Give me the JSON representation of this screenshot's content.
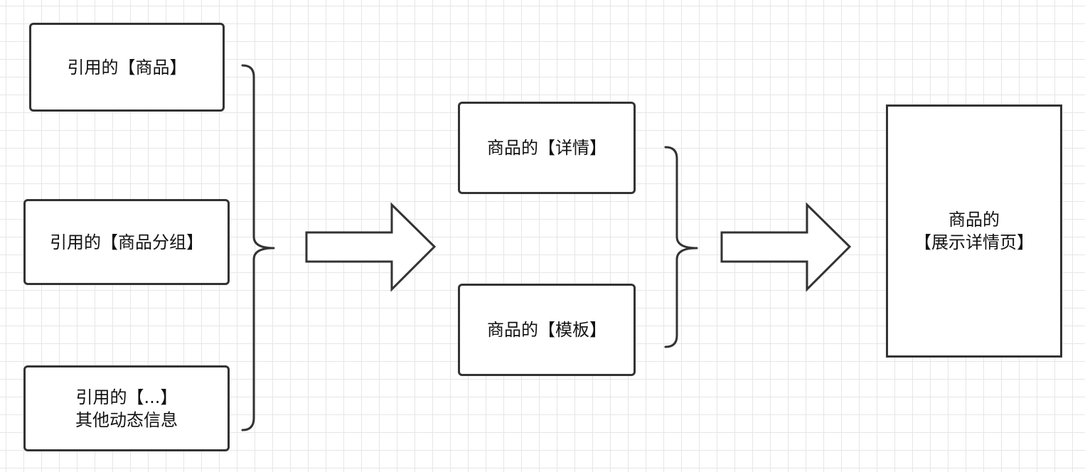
{
  "diagram": {
    "sources": [
      {
        "label": "引用的【商品】"
      },
      {
        "label": "引用的【商品分组】"
      },
      {
        "label": "引用的【...】\n其他动态信息"
      }
    ],
    "intermediates": [
      {
        "label": "商品的【详情】"
      },
      {
        "label": "商品的【模板】"
      }
    ],
    "result": {
      "label": "商品的\n【展示详情页】"
    }
  },
  "colors": {
    "stroke": "#333333",
    "fill": "#ffffff",
    "grid": "#e6e6e6"
  }
}
